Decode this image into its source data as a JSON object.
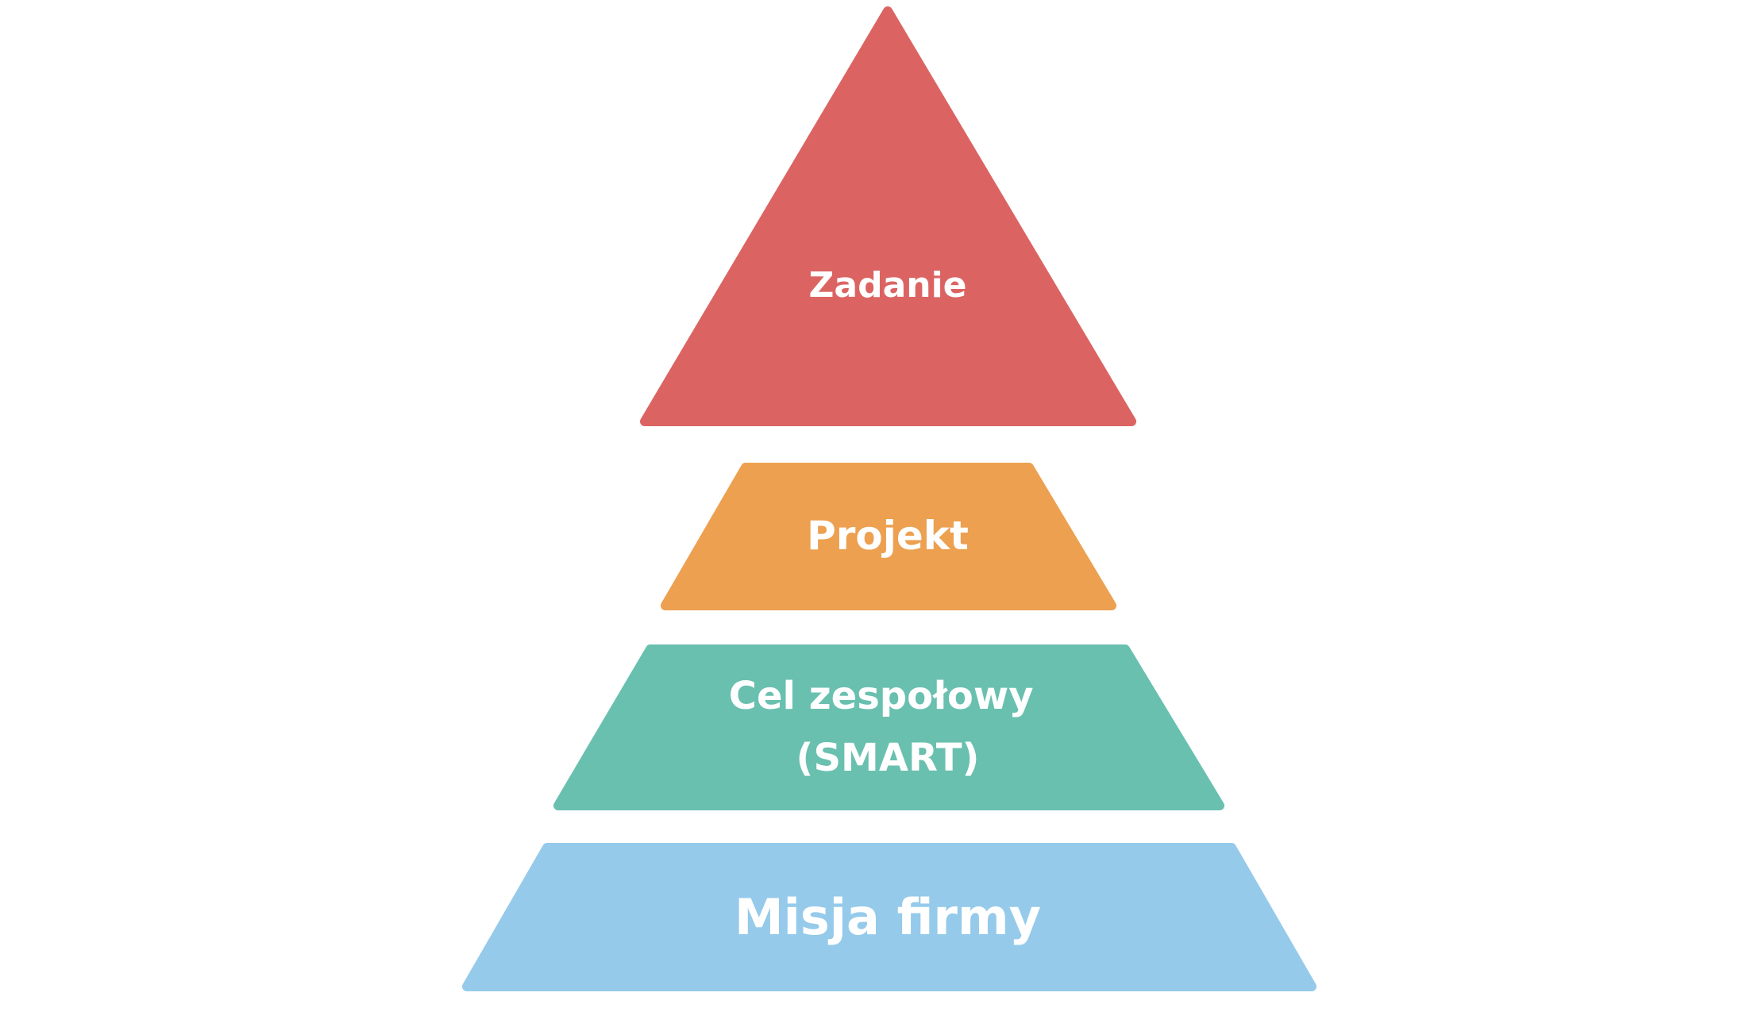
{
  "pyramid": {
    "layers": [
      {
        "id": "task",
        "lines": [
          "Zadanie"
        ],
        "color": "#DB6463"
      },
      {
        "id": "project",
        "lines": [
          "Projekt"
        ],
        "color": "#ECA050"
      },
      {
        "id": "team-goal",
        "lines": [
          "Cel zespołowy",
          "(SMART)"
        ],
        "color": "#69C0AF"
      },
      {
        "id": "mission",
        "lines": [
          "Misja firmy"
        ],
        "color": "#95CAEA"
      }
    ]
  }
}
